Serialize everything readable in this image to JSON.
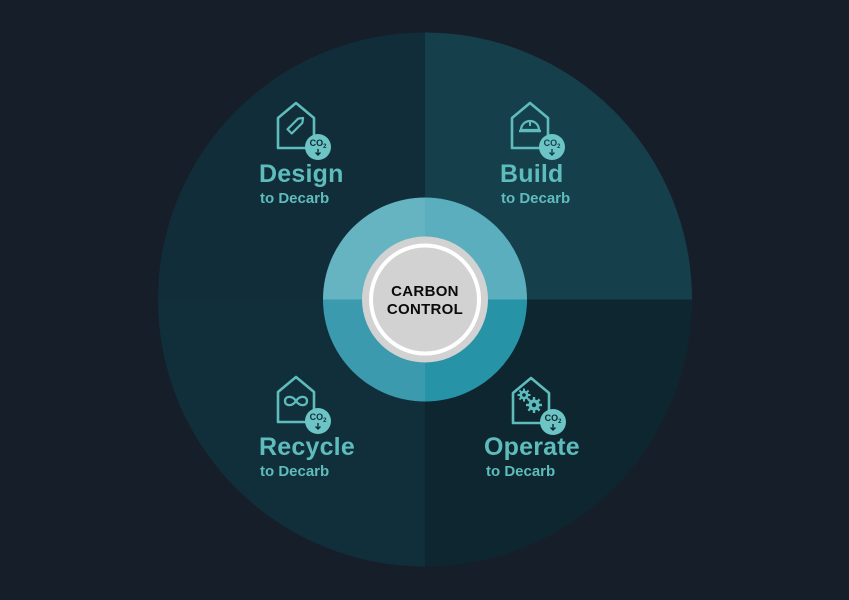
{
  "diagram": {
    "center": {
      "line1": "CARBON",
      "line2": "CONTROL"
    },
    "quadrants": [
      {
        "id": "design",
        "title": "Design",
        "subtitle": "to Decarb",
        "icon": "house-pencil-icon",
        "badge": "CO2"
      },
      {
        "id": "build",
        "title": "Build",
        "subtitle": "to Decarb",
        "icon": "house-hardhat-icon",
        "badge": "CO2"
      },
      {
        "id": "recycle",
        "title": "Recycle",
        "subtitle": "to Decarb",
        "icon": "house-infinity-icon",
        "badge": "CO2"
      },
      {
        "id": "operate",
        "title": "Operate",
        "subtitle": "to Decarb",
        "icon": "house-gears-icon",
        "badge": "CO2"
      }
    ],
    "colors": {
      "background": "#161f29",
      "quadrant_top_left": "#112d3a",
      "quadrant_top_right": "#163f4c",
      "quadrant_bottom_left": "#112f3b",
      "quadrant_bottom_right": "#0e2630",
      "ring_top_left": "#66b4c2",
      "ring_top_right": "#5aaebd",
      "ring_bottom_left": "#3b9aad",
      "ring_bottom_right": "#2793a7",
      "core": "#d2d2d2",
      "accent_text": "#5fbcbc",
      "badge_fill": "#6cc5c4"
    }
  }
}
